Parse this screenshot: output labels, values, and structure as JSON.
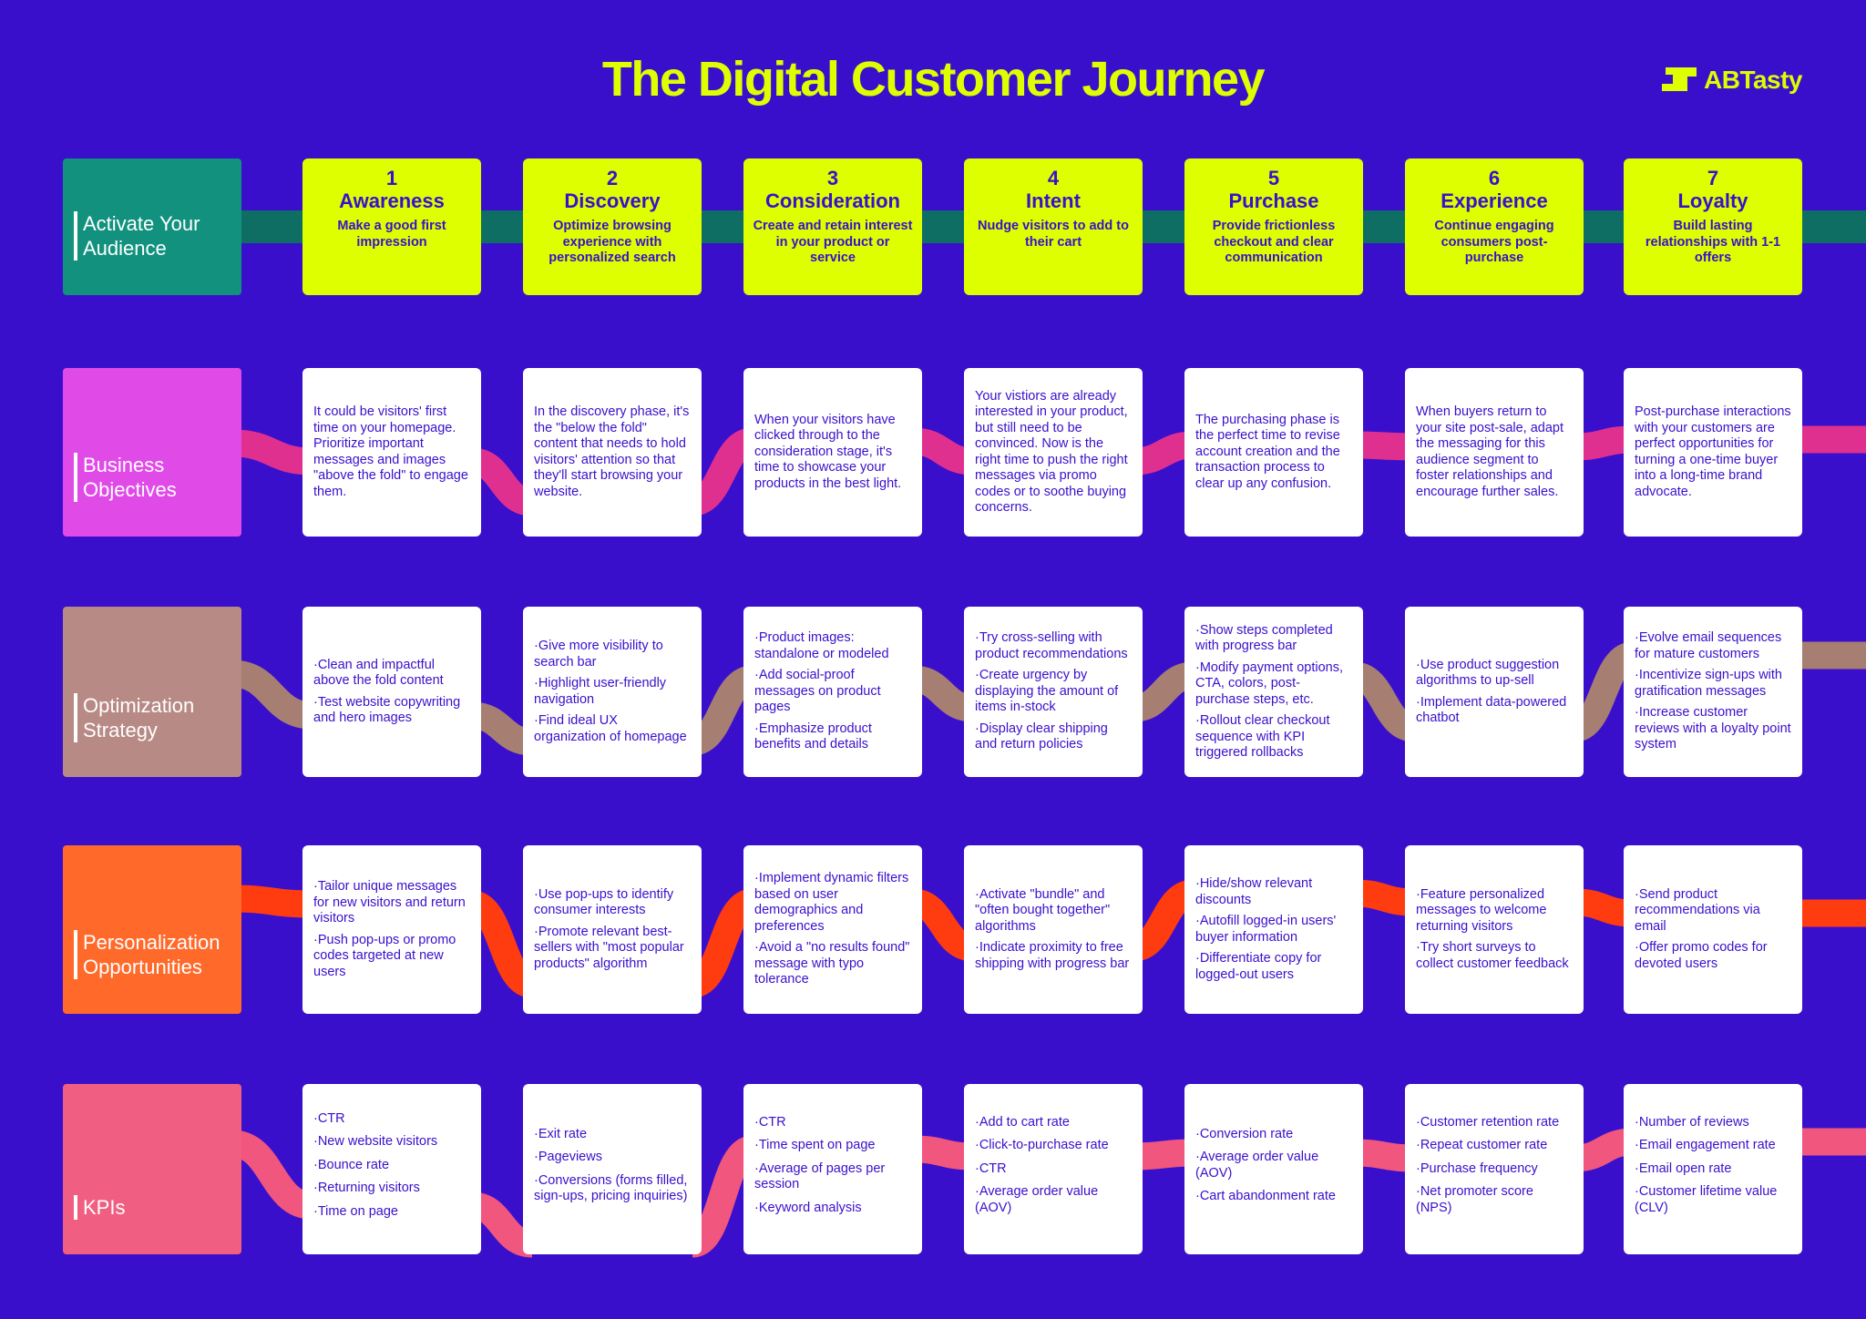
{
  "title": "The Digital Customer Journey",
  "logo": {
    "text": "ABTasty",
    "icon": "abtasty-logo-icon"
  },
  "colors": {
    "background": "#3A0FCC",
    "accent": "#DDFF00",
    "activate": "#12917F",
    "business": "#E04BE8",
    "optimization": "#B88A86",
    "personalization": "#FF6A2B",
    "kpis": "#F05F82"
  },
  "rows": [
    {
      "key": "activate",
      "label": "Activate Your\nAudience",
      "color": "#12917F",
      "wire": "#0E6E63"
    },
    {
      "key": "business",
      "label": "Business\nObjectives",
      "color": "#E04BE8",
      "wire": "#E0308F"
    },
    {
      "key": "optimization",
      "label": "Optimization\nStrategy",
      "color": "#B88A86",
      "wire": "#A77E72"
    },
    {
      "key": "personalization",
      "label": "Personalization\nOpportunities",
      "color": "#FF6A2B",
      "wire": "#FF3B10"
    },
    {
      "key": "kpis",
      "label": "KPIs",
      "color": "#F05F82",
      "wire": "#F0567E"
    }
  ],
  "stages": [
    {
      "num": "1",
      "name": "Awareness",
      "desc": "Make a good first impression"
    },
    {
      "num": "2",
      "name": "Discovery",
      "desc": "Optimize browsing experience with personalized search"
    },
    {
      "num": "3",
      "name": "Consideration",
      "desc": "Create and retain interest in your product or service"
    },
    {
      "num": "4",
      "name": "Intent",
      "desc": "Nudge visitors to add to their cart"
    },
    {
      "num": "5",
      "name": "Purchase",
      "desc": "Provide frictionless checkout and clear communication"
    },
    {
      "num": "6",
      "name": "Experience",
      "desc": "Continue engaging consumers post-purchase"
    },
    {
      "num": "7",
      "name": "Loyalty",
      "desc": "Build lasting relationships with 1-1 offers"
    }
  ],
  "business": [
    "It could be visitors' first time on your homepage. Prioritize important messages and images \"above the fold\" to engage them.",
    "In the discovery phase, it's the \"below the fold\" content that needs to hold visitors' attention so that they'll start browsing your website.",
    "When your visitors have clicked through to the consideration stage, it's time to showcase your products in the best light.",
    "Your vistiors are already interested in your product, but still need to be convinced. Now is the right time to push the right messages via promo codes or to soothe buying concerns.",
    "The purchasing phase is the perfect time to revise account creation and the transaction process to clear up any confusion.",
    "When buyers return to your site post-sale, adapt the messaging for this audience segment to foster relationships and encourage further sales.",
    "Post-purchase interactions with your customers are perfect opportunities for turning a one-time buyer into a long-time brand advocate."
  ],
  "optimization": [
    [
      "·Clean and impactful above the fold content",
      "·Test website copywriting and hero images"
    ],
    [
      "·Give more visibility to search bar",
      "·Highlight user-friendly navigation",
      "·Find ideal UX organization of homepage"
    ],
    [
      "·Product images: standalone or modeled",
      "·Add social-proof messages on product pages",
      "·Emphasize product benefits and details"
    ],
    [
      "·Try cross-selling with product recommendations",
      "·Create urgency by displaying the amount of items in-stock",
      "·Display clear shipping and return policies"
    ],
    [
      "·Show steps completed with progress bar",
      "·Modify payment options, CTA, colors, post-purchase steps, etc.",
      "·Rollout clear checkout sequence with KPI triggered rollbacks"
    ],
    [
      "·Use product suggestion algorithms to up-sell",
      "·Implement data-powered chatbot"
    ],
    [
      "·Evolve email sequences for mature customers",
      "·Incentivize sign-ups with gratification messages",
      "·Increase customer reviews with a loyalty point system"
    ]
  ],
  "personalization": [
    [
      "·Tailor unique messages for new visitors and return visitors",
      "·Push pop-ups or promo codes targeted at new users"
    ],
    [
      "·Use pop-ups to identify consumer interests",
      "·Promote relevant best-sellers with \"most popular products\" algorithm"
    ],
    [
      "·Implement dynamic filters based on user demographics and preferences",
      "·Avoid a \"no results found\" message with typo tolerance"
    ],
    [
      "·Activate \"bundle\" and \"often bought together\" algorithms",
      "·Indicate proximity to free shipping with progress bar"
    ],
    [
      "·Hide/show relevant discounts",
      "·Autofill logged-in users' buyer information",
      "·Differentiate copy for logged-out users"
    ],
    [
      "·Feature personalized messages to welcome returning visitors",
      "·Try short surveys to collect customer feedback"
    ],
    [
      "·Send product recommendations via email",
      "·Offer promo codes for devoted users"
    ]
  ],
  "kpis": [
    [
      "·CTR",
      "·New website visitors",
      "·Bounce rate",
      "·Returning visitors",
      "·Time on page"
    ],
    [
      "·Exit rate",
      "·Pageviews",
      "·Conversions (forms filled, sign-ups, pricing inquiries)"
    ],
    [
      "·CTR",
      "·Time spent on page",
      "·Average of pages per session",
      "·Keyword analysis"
    ],
    [
      "·Add to cart rate",
      "·Click-to-purchase rate",
      "·CTR",
      "·Average order value (AOV)"
    ],
    [
      "·Conversion rate",
      "·Average order value (AOV)",
      "·Cart abandonment rate"
    ],
    [
      "·Customer retention rate",
      "·Repeat customer rate",
      "·Purchase frequency",
      "·Net promoter score (NPS)"
    ],
    [
      "·Number of reviews",
      "·Email engagement rate",
      "·Email open rate",
      "·Customer lifetime value (CLV)"
    ]
  ]
}
